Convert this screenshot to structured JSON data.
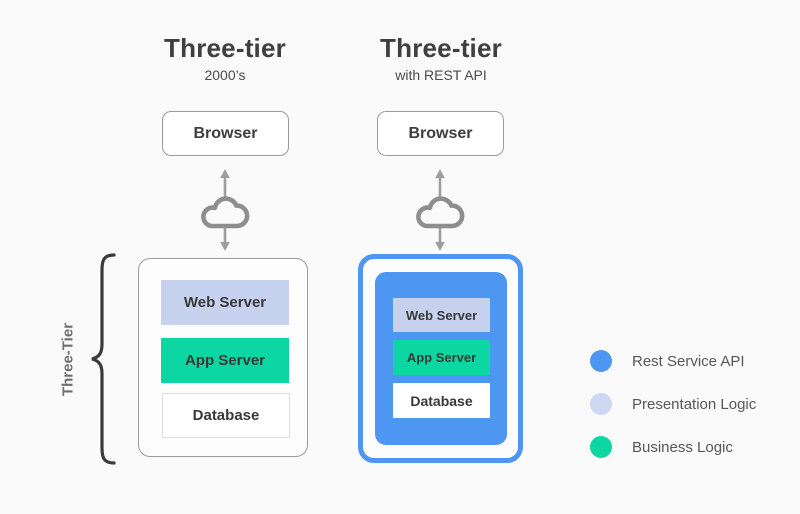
{
  "colors": {
    "blue": "#4d96f2",
    "lavender": "#c6d1ee",
    "green": "#0cd7a2",
    "white": "#ffffff",
    "legend_lavender": "#ccd7f1"
  },
  "diagram": {
    "left": {
      "title": "Three-tier",
      "subtitle": "2000’s",
      "browser_label": "Browser",
      "brace_label": "Three-Tier",
      "tiers": [
        {
          "label": "Web Server",
          "color": "#c6d1ee"
        },
        {
          "label": "App Server",
          "color": "#0cd7a2"
        },
        {
          "label": "Database",
          "color": "#ffffff"
        }
      ]
    },
    "right": {
      "title": "Three-tier",
      "subtitle": "with REST API",
      "browser_label": "Browser",
      "tiers": [
        {
          "label": "Web Server",
          "color": "#c6d1ee"
        },
        {
          "label": "App Server",
          "color": "#0cd7a2"
        },
        {
          "label": "Database",
          "color": "#ffffff"
        }
      ]
    }
  },
  "legend": {
    "items": [
      {
        "label": "Rest Service API",
        "color": "#4d96f2"
      },
      {
        "label": "Presentation Logic",
        "color": "#ccd7f1"
      },
      {
        "label": "Business Logic",
        "color": "#0cd7a2"
      }
    ]
  }
}
